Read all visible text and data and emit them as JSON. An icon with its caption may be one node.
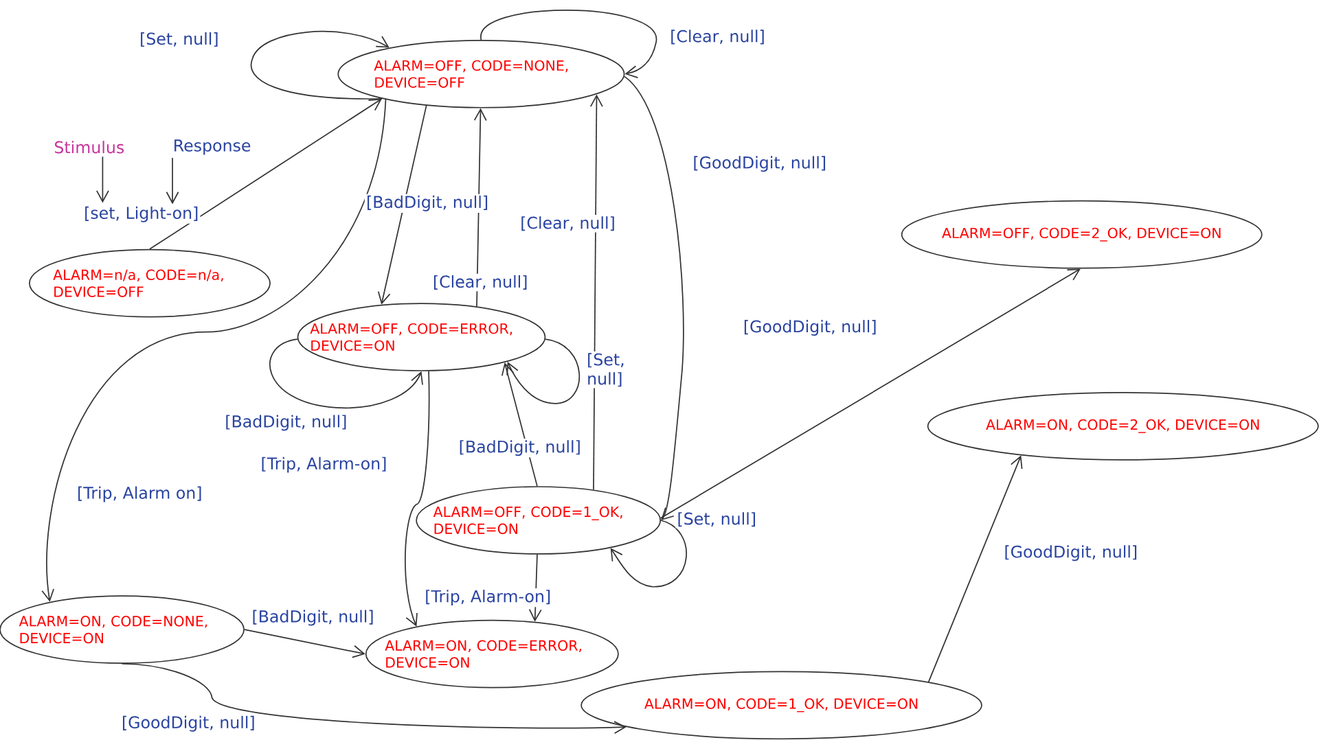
{
  "diagram": {
    "nodes": [
      {
        "text": [
          "ALARM=OFF, CODE=NONE, DEVICE=OFF"
        ]
      },
      {
        "text": [
          "ALARM=n/a, CODE=n/a, DEVICE=OFF"
        ]
      },
      {
        "text": [
          "ALARM=OFF, CODE=ERROR, DEVICE=ON"
        ]
      },
      {
        "text": [
          "ALARM=OFF, CODE=2_OK, DEVICE=ON"
        ]
      },
      {
        "text": [
          "ALARM=ON, CODE=2_OK, DEVICE=ON"
        ]
      },
      {
        "text": [
          "ALARM=OFF, CODE=1_OK, DEVICE=ON"
        ]
      },
      {
        "text": [
          "ALARM=ON, CODE=NONE, DEVICE=ON"
        ]
      },
      {
        "text": [
          "ALARM=ON, CODE=ERROR, DEVICE=ON"
        ]
      },
      {
        "text": [
          "ALARM=ON, CODE=1_OK, DEVICE=ON"
        ]
      },
      {
        "text": [
          "Stimulus"
        ]
      },
      {
        "text": [
          "Response"
        ]
      }
    ],
    "edges": [
      {
        "from": 0,
        "to": 0,
        "arrow": "to",
        "label": "[Set, null]"
      },
      {
        "from": 0,
        "to": 0,
        "arrow": "to",
        "label": "[Clear, null]"
      },
      {
        "from": 1,
        "to": 0,
        "arrow": "to",
        "label": "[set, Light-on]"
      },
      {
        "from": 0,
        "to": 2,
        "arrow": "to",
        "label": "[BadDigit, null]"
      },
      {
        "from": 2,
        "to": 0,
        "arrow": "to",
        "label": "[Clear, null]"
      },
      {
        "from": 5,
        "to": 0,
        "arrow": "to",
        "label": "[Clear, null]"
      },
      {
        "from": 0,
        "to": 5,
        "arrow": "to",
        "label": "[GoodDigit, null]"
      },
      {
        "from": 5,
        "to": 3,
        "arrow": "to",
        "label": "[GoodDigit, null]"
      },
      {
        "from": 2,
        "to": 2,
        "arrow": "to",
        "label": "[BadDigit, null]"
      },
      {
        "from": 2,
        "to": 2,
        "arrow": "to",
        "label": "[Set, null]"
      },
      {
        "from": 5,
        "to": 2,
        "arrow": "to",
        "label": "[BadDigit, null]"
      },
      {
        "from": 0,
        "to": 6,
        "arrow": "to",
        "label": "[Trip, Alarm on]"
      },
      {
        "from": 2,
        "to": 7,
        "arrow": "to",
        "label": "[Trip, Alarm-on]"
      },
      {
        "from": 5,
        "to": 5,
        "arrow": "to",
        "label": "[Set, null]"
      },
      {
        "from": 5,
        "to": 7,
        "arrow": "to",
        "label": "[Trip, Alarm-on]"
      },
      {
        "from": 6,
        "to": 7,
        "arrow": "to",
        "label": "[BadDigit, null]"
      },
      {
        "from": 6,
        "to": 8,
        "arrow": "to",
        "label": "[GoodDigit, null]"
      },
      {
        "from": 8,
        "to": 4,
        "arrow": "to",
        "label": "[GoodDigit, null]"
      },
      {
        "from": 9,
        "to": null,
        "arrow": "to"
      },
      {
        "from": 10,
        "to": null,
        "arrow": "to"
      }
    ]
  }
}
